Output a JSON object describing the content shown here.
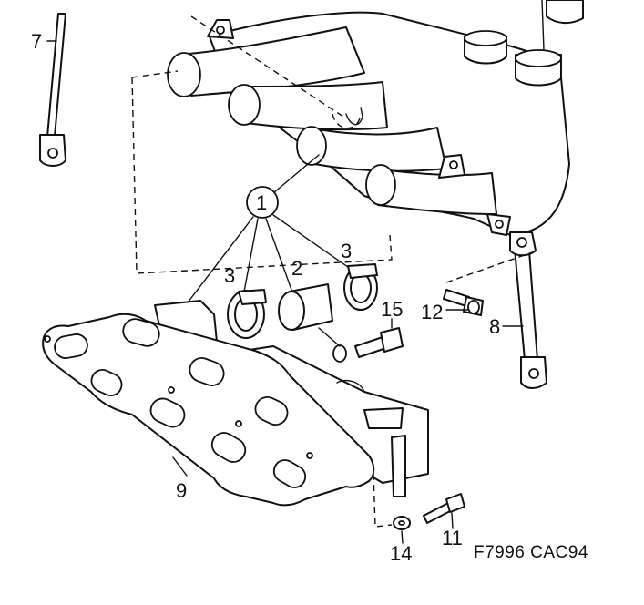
{
  "callouts": {
    "c1": "1",
    "c2": "2",
    "c3a": "3",
    "c3b": "3",
    "c7": "7",
    "c8": "8",
    "c9": "9",
    "c11": "11",
    "c12": "12",
    "c14": "14",
    "c15": "15"
  },
  "figure_ref": "F7996  CAC94"
}
